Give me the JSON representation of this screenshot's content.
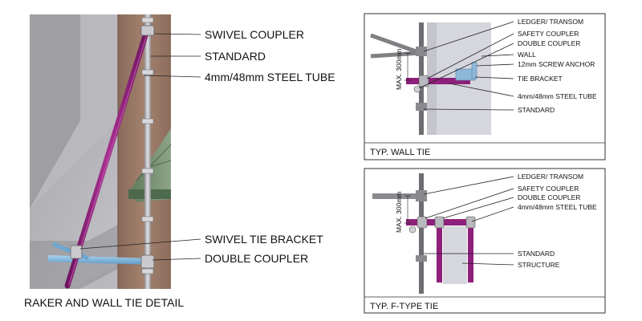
{
  "main_diagram": {
    "title": "RAKER AND WALL TIE DETAIL",
    "labels": {
      "swivel_coupler": "SWIVEL COUPLER",
      "standard": "STANDARD",
      "steel_tube": "4mm/48mm STEEL TUBE",
      "swivel_tie_bracket": "SWIVEL TIE BRACKET",
      "double_coupler": "DOUBLE COUPLER"
    }
  },
  "wall_tie_detail": {
    "title": "TYP.  WALL TIE",
    "dimension": "MAX. 300mm",
    "labels": {
      "ledger": "LEDGER/ TRANSOM",
      "safety_coupler": "SAFETY COUPLER",
      "double_coupler": "DOUBLE COUPLER",
      "wall": "WALL",
      "screw_anchor": "12mm SCREW ANCHOR",
      "tie_bracket": "TIE BRACKET",
      "steel_tube": "4mm/48mm STEEL TUBE",
      "standard": "STANDARD"
    }
  },
  "f_type_detail": {
    "title": "TYP.  F-TYPE TIE",
    "dimension": "MAX. 300mm",
    "labels": {
      "ledger": "LEDGER/ TRANSOM",
      "safety_coupler": "SAFETY COUPLER",
      "double_coupler": "DOUBLE COUPLER",
      "steel_tube": "4mm/48mm STEEL TUBE",
      "standard": "STANDARD",
      "structure": "STRUCTURE"
    }
  },
  "colors": {
    "raker_tube": "#8e1f7a",
    "wall_tie_tube": "#7ab4dc",
    "wall_brown": "#9a7a68",
    "concrete_gray": "#b4b4b8",
    "structure_fill": "#d6d6de"
  }
}
